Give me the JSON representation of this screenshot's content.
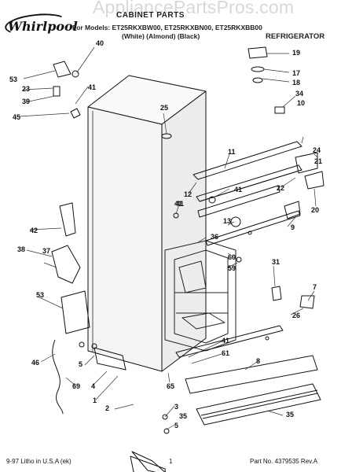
{
  "watermark": "AppliancePartsPros.com",
  "header": {
    "logo": "Whirlpool",
    "title": "CABINET PARTS",
    "models": "For Models: ET25RKXBW00, ET25RKXBN00, ET25RKXBB00",
    "variants": "(White)     (Almond)     (Black)",
    "product": "REFRIGERATOR"
  },
  "footer": {
    "litho": "9-97 Litho in U.S.A (ek)",
    "page": "1",
    "part_no": "Part No. 4379535   Rev.A"
  },
  "callouts": [
    "40",
    "53",
    "23",
    "39",
    "45",
    "41",
    "25",
    "19",
    "17",
    "18",
    "34",
    "10",
    "11",
    "12",
    "24",
    "21",
    "22",
    "20",
    "41",
    "41",
    "13",
    "9",
    "42",
    "38",
    "37",
    "36",
    "60",
    "59",
    "31",
    "7",
    "53",
    "26",
    "5",
    "41",
    "61",
    "8",
    "46",
    "69",
    "4",
    "65",
    "1",
    "2",
    "35",
    "3",
    "5",
    "35",
    "41"
  ]
}
